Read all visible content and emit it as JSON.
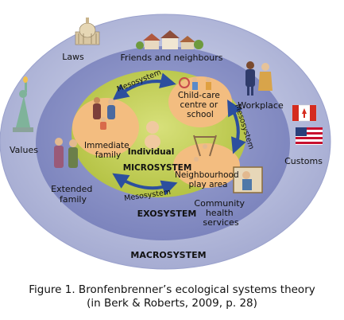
{
  "diagram": {
    "systems": {
      "microsystem": "MICROSYSTEM",
      "exosystem": "EXOSYSTEM",
      "macrosystem": "MACROSYSTEM"
    },
    "center": "Individual",
    "mesosystem": [
      "Mesosystem",
      "Mesosystem",
      "Mesosystem"
    ],
    "micro_settings": {
      "immediate_family": [
        "Immediate",
        "family"
      ],
      "child_care": [
        "Child-care",
        "centre or",
        "school"
      ],
      "neighbourhood": [
        "Neighbourhood",
        "play area"
      ]
    },
    "exo_settings": {
      "friends": "Friends and neighbours",
      "workplace": "Workplace",
      "extended_family": [
        "Extended",
        "family"
      ],
      "community_health": [
        "Community",
        "health",
        "services"
      ]
    },
    "macro_settings": {
      "laws": "Laws",
      "values": "Values",
      "customs": "Customs"
    },
    "colors": {
      "macrosystem": "#b9bedd",
      "exosystem": "#8c93c4",
      "microsystem": "#c7d35a",
      "setting_disc": "#f3bd80",
      "arrow": "#2c4f9e"
    }
  },
  "caption": {
    "line1": "Figure 1. Bronfenbrenner’s ecological systems theory",
    "line2": "(in Berk & Roberts, 2009, p. 28)"
  }
}
